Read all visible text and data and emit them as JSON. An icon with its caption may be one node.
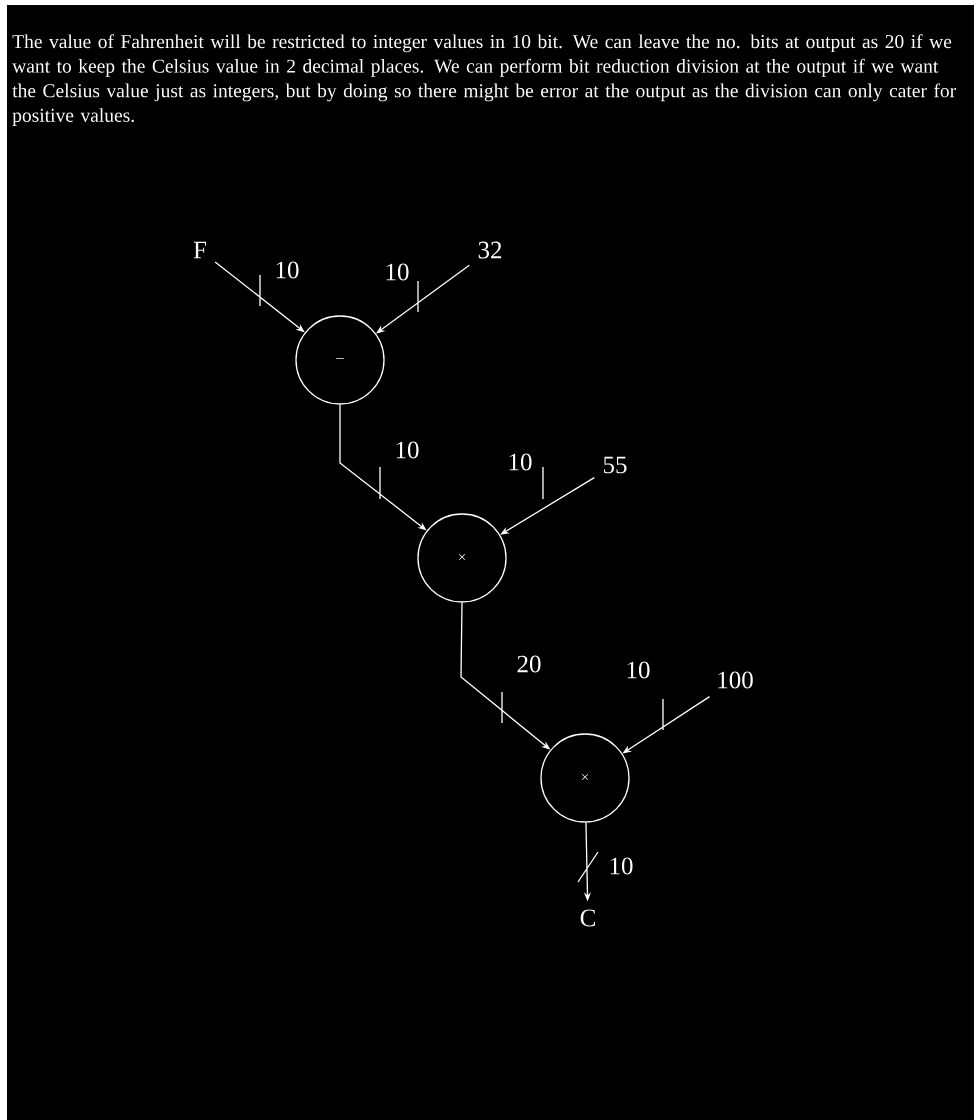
{
  "diagram": {
    "nodes": [
      {
        "text": [
          "F"
        ]
      },
      {
        "text": [
          "32"
        ]
      },
      {
        "text": [
          "–"
        ]
      },
      {
        "text": [
          "55"
        ]
      },
      {
        "text": [
          "×"
        ]
      },
      {
        "text": [
          "100"
        ]
      },
      {
        "text": [
          "×"
        ]
      },
      {
        "text": [
          "C"
        ]
      }
    ],
    "edges": [
      {
        "from": 0,
        "to": 2,
        "arrow": "to",
        "label": "10"
      },
      {
        "from": 1,
        "to": 2,
        "arrow": "to",
        "label": "10"
      },
      {
        "from": 2,
        "to": 4,
        "arrow": "to",
        "label": "10"
      },
      {
        "from": 3,
        "to": 4,
        "arrow": "to",
        "label": "10"
      },
      {
        "from": 4,
        "to": 6,
        "arrow": "to",
        "label": "20"
      },
      {
        "from": 5,
        "to": 6,
        "arrow": "to",
        "label": "10"
      },
      {
        "from": 6,
        "to": 7,
        "arrow": "to",
        "label": "10"
      }
    ],
    "labels": [
      "The value of Fahrenheit will be restricted to integer values in 10 bit. We can leave the no. bits at output as 20 if we want to keep the Celsius value in 2 decimal places. We can perform bit reduction division at the output if we want the Celsius value just as integers, but by doing so there might be error at the output as the division can only cater for positive values."
    ]
  }
}
